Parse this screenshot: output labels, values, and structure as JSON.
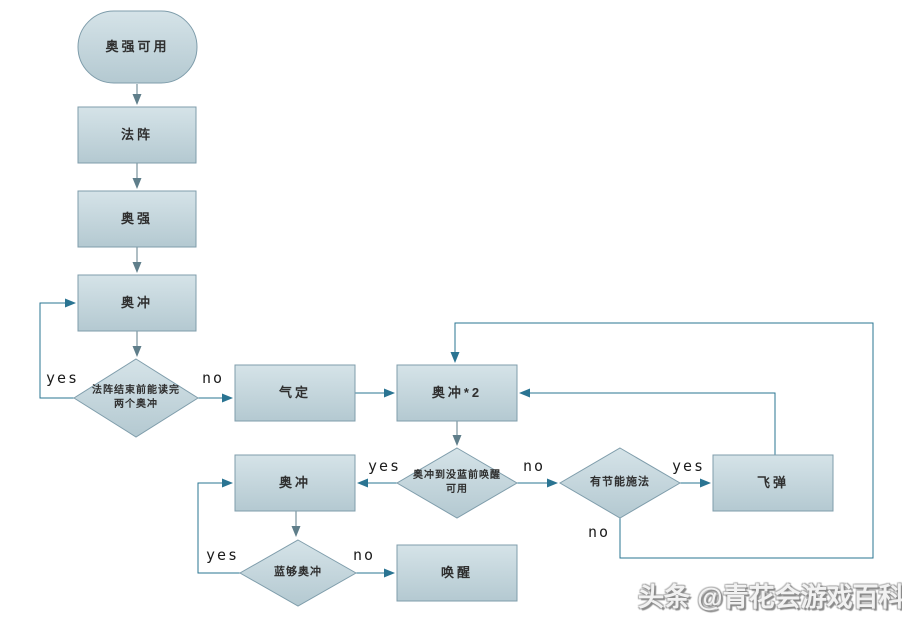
{
  "nodes": {
    "start": "奥强可用",
    "rune_of_power": "法阵",
    "arcane_power": "奥强",
    "arcane_blast_top": "奥冲",
    "decision_two_blasts": "法阵结束前能读完两个奥冲",
    "presence_of_mind": "气定",
    "arcane_blast_x2": "奥冲*2",
    "decision_evocation_ready": "奥冲到没蓝前唤醒可用",
    "arcane_blast_loop": "奥冲",
    "decision_clearcasting": "有节能施法",
    "arcane_missiles": "飞弹",
    "decision_enough_mana": "蓝够奥冲",
    "evocation": "唤醒"
  },
  "edge_labels": {
    "two_blasts_yes": "yes",
    "two_blasts_no": "no",
    "evocation_ready_yes": "yes",
    "evocation_ready_no": "no",
    "clearcasting_yes": "yes",
    "clearcasting_no": "no",
    "enough_mana_yes": "yes",
    "enough_mana_no": "no"
  },
  "watermark": "头条 @青花会游戏百科",
  "colors": {
    "node_fill_top": "#d3e2e7",
    "node_fill_bottom": "#b5cad2",
    "node_border": "#7f9dab",
    "edge_branch": "#2a7492",
    "edge_flow": "#5f7e8a",
    "text": "#2f2f2f"
  }
}
